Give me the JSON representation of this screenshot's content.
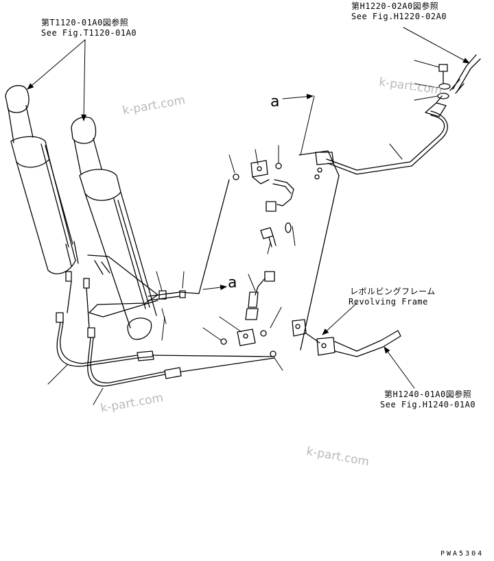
{
  "references": {
    "top_left": {
      "jp": "第T1120-01A0図参照",
      "en": "See Fig.T1120-01A0"
    },
    "top_right": {
      "jp": "第H1220-02A0図参照",
      "en": "See Fig.H1220-02A0"
    },
    "bottom_right": {
      "jp": "第H1240-01A0図参照",
      "en": "See Fig.H1240-01A0"
    }
  },
  "revolving_frame": {
    "jp": "レボルビングフレーム",
    "en": "Revolving Frame"
  },
  "callouts": {
    "upper": "a",
    "lower": "a"
  },
  "watermark": "k-part.com",
  "drawing_code": "PWA5304"
}
